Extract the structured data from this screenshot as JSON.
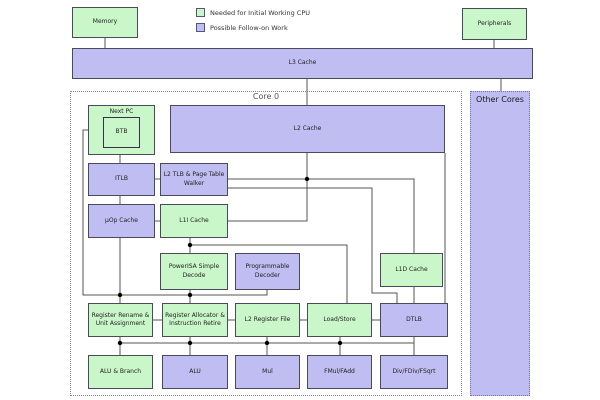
{
  "legend": {
    "items": [
      {
        "label": "Needed for Initial Working CPU",
        "color": "#c9f7c9"
      },
      {
        "label": "Possible Follow-on Work",
        "color": "#bfbdf1"
      }
    ]
  },
  "colors": {
    "initial_green": "#c9f7c9",
    "followon_purple": "#bfbdf1",
    "wire": "#555555",
    "junction_dot": "#000000"
  },
  "nodes": {
    "memory": {
      "label": "Memory"
    },
    "peripherals": {
      "label": "Peripherals"
    },
    "l3_cache": {
      "label": "L3 Cache"
    },
    "core0": {
      "label": "Core 0"
    },
    "other_cores": {
      "label": "Other Cores"
    },
    "next_pc": {
      "label": "Next PC"
    },
    "btb": {
      "label": "BTB"
    },
    "l2_cache": {
      "label": "L2 Cache"
    },
    "itlb": {
      "label": "ITLB"
    },
    "l2_tlb": {
      "label": "L2 TLB & Page Table Walker"
    },
    "uop_cache": {
      "label": "µOp Cache"
    },
    "l1i_cache": {
      "label": "L1I Cache"
    },
    "powerisa_decode": {
      "label": "PowerISA Simple Decode"
    },
    "prog_decoder": {
      "label": "Programmable Decoder"
    },
    "l1d_cache": {
      "label": "L1D Cache"
    },
    "reg_rename": {
      "label": "Register Rename & Unit Assignment"
    },
    "reg_alloc": {
      "label": "Register Allocator & Instruction Retire"
    },
    "l2_regfile": {
      "label": "L2 Register File"
    },
    "load_store": {
      "label": "Load/Store"
    },
    "dtlb": {
      "label": "DTLB"
    },
    "alu_branch": {
      "label": "ALU & Branch"
    },
    "alu": {
      "label": "ALU"
    },
    "mul": {
      "label": "Mul"
    },
    "fmul_fadd": {
      "label": "FMul/FAdd"
    },
    "div_fdiv_fsqrt": {
      "label": "Div/FDiv/FSqrt"
    }
  }
}
